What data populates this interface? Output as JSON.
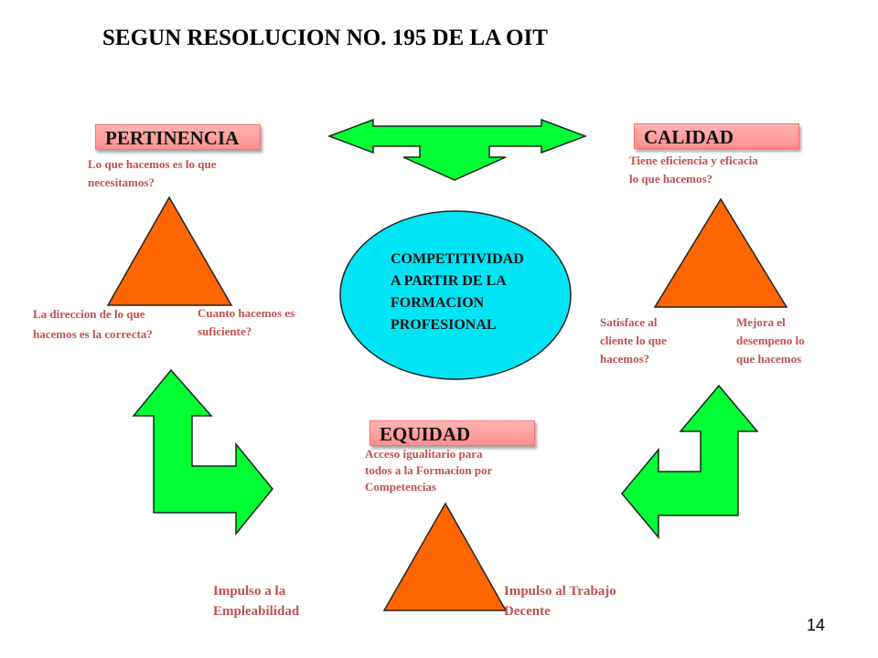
{
  "title": "SEGUN RESOLUCION NO. 195 DE LA OIT",
  "labels": {
    "pertinencia": "PERTINENCIA",
    "calidad": "CALIDAD",
    "equidad": "EQUIDAD"
  },
  "center": {
    "line1": "COMPETITIVIDAD",
    "line2": "A PARTIR DE LA",
    "line3": "FORMACION",
    "line4": "PROFESIONAL"
  },
  "pertinencia_notes": {
    "top_line1": "Lo que hacemos es lo que",
    "top_line2": "necesitamos?",
    "left_line1": "La direccion de lo que",
    "left_line2": "hacemos es la correcta?",
    "right_line1": "Cuanto hacemos es",
    "right_line2": "suficiente?"
  },
  "calidad_notes": {
    "top_line1": "Tiene eficiencia y eficacia",
    "top_line2": "lo que hacemos?",
    "left_line1": "Satisface al",
    "left_line2": "cliente lo que",
    "left_line3": "hacemos?",
    "right_line1": "Mejora el",
    "right_line2": "desempeno lo",
    "right_line3": "que hacemos"
  },
  "equidad_notes": {
    "top_line1": "Acceso igualitario para",
    "top_line2": "todos a la Formacion por",
    "top_line3": "Competencias",
    "left_line1": "Impulso a la",
    "left_line2": "Empleabilidad",
    "right_line1": "Impulso al Trabajo",
    "right_line2": "Decente"
  },
  "page_number": "14",
  "colors": {
    "arrow_green": "#00ff33",
    "triangle_orange": "#ff6600",
    "ellipse_cyan": "#00e5f5",
    "label_pink": "#ff9999",
    "note_red": "#c0504d"
  }
}
